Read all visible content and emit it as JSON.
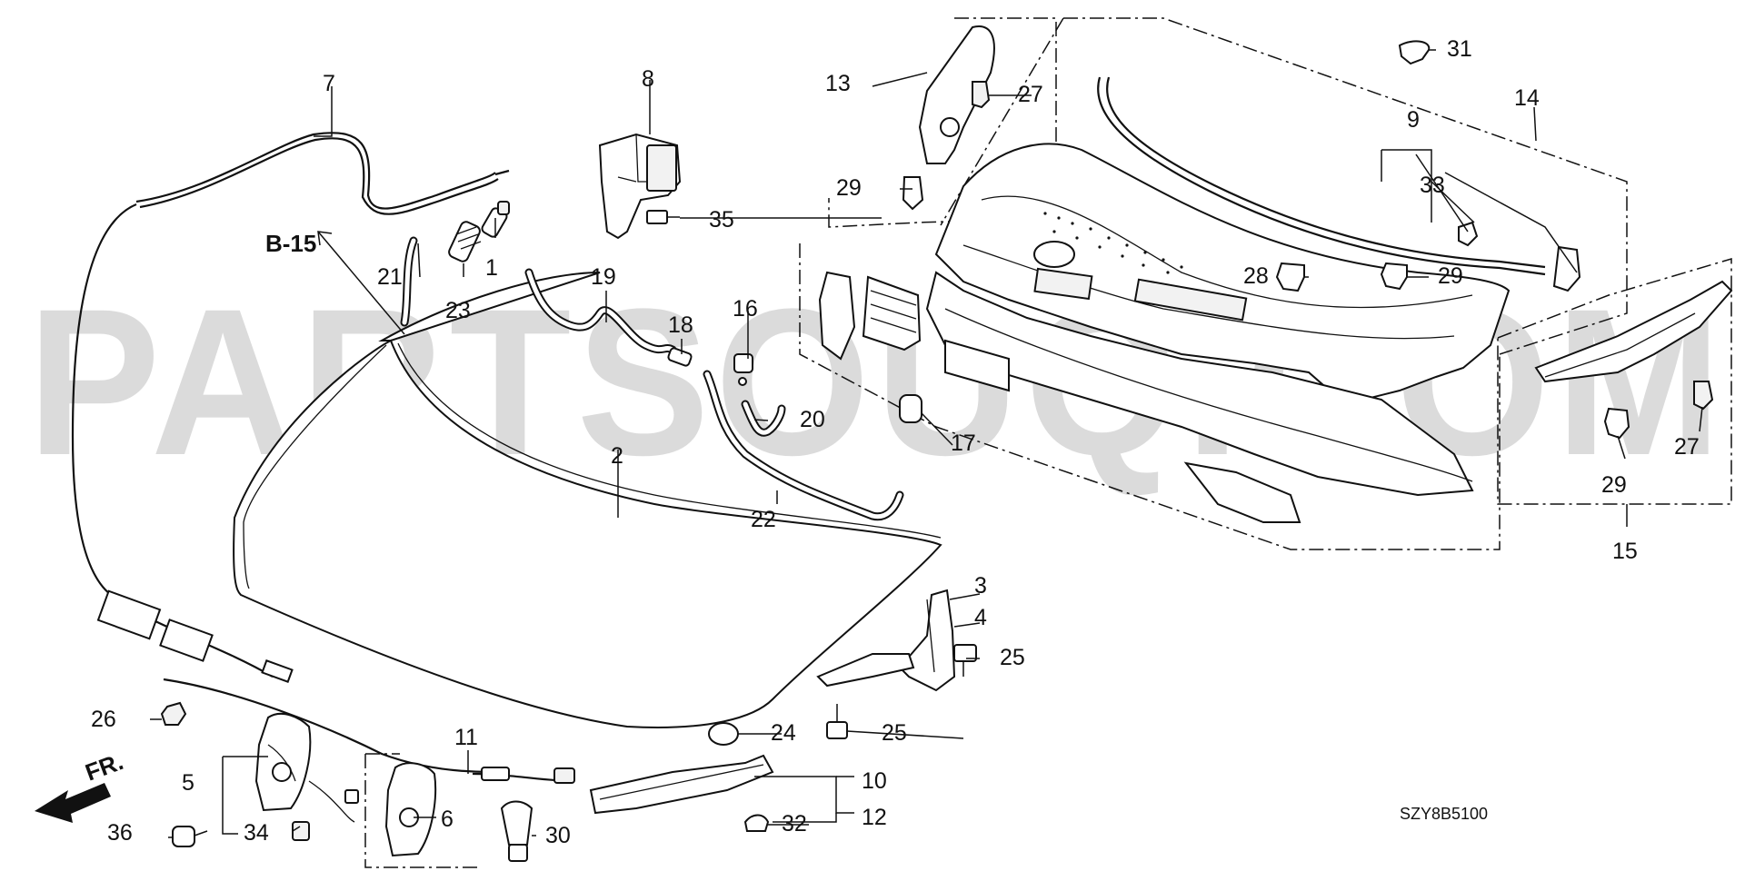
{
  "diagram": {
    "watermark": "PARTSOUQ.COM",
    "reference_label": "B-15",
    "front_label": "FR.",
    "drawing_code": "SZY8B5100",
    "callouts": [
      "1",
      "2",
      "3",
      "4",
      "5",
      "6",
      "7",
      "8",
      "9",
      "10",
      "11",
      "12",
      "13",
      "14",
      "15",
      "16",
      "17",
      "18",
      "19",
      "20",
      "21",
      "22",
      "23",
      "24",
      "25",
      "26",
      "27",
      "28",
      "29",
      "30",
      "31",
      "32",
      "33",
      "34",
      "35",
      "36"
    ]
  }
}
